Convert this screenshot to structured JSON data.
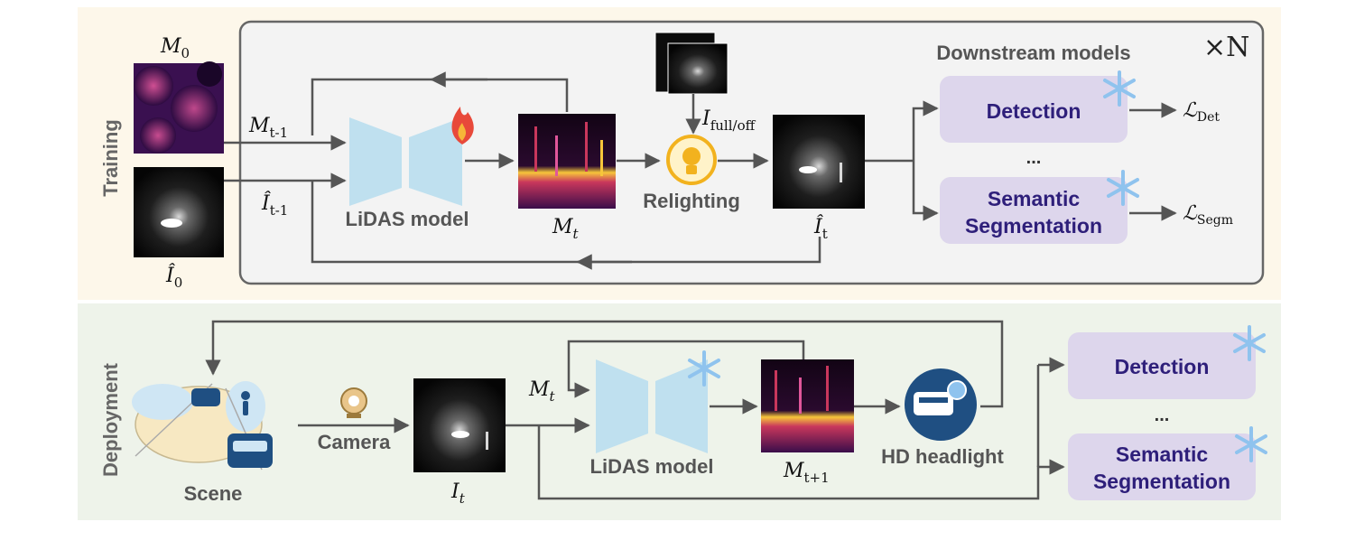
{
  "sections": {
    "training_label": "Training",
    "deployment_label": "Deployment",
    "repeat_label": "×N"
  },
  "training": {
    "m0_label": "M",
    "m0_sub": "0",
    "i0_label": "Î",
    "i0_sub": "0",
    "m_prev_label": "M",
    "m_prev_sub": "t-1",
    "i_prev_label": "Î",
    "i_prev_sub": "t-1",
    "model_label": "LiDAS model",
    "mt_label": "M",
    "mt_sub": "t",
    "ifull_label": "I",
    "ifull_sub": "full/off",
    "relight_label": "Relighting",
    "it_label": "Î",
    "it_sub": "t",
    "downstream_title": "Downstream models",
    "detection_label": "Detection",
    "ellipsis": "...",
    "seg_line1": "Semantic",
    "seg_line2": "Segmentation",
    "loss_det": "ℒ",
    "loss_det_sub": "Det",
    "loss_segm": "ℒ",
    "loss_segm_sub": "Segm"
  },
  "deployment": {
    "scene_label": "Scene",
    "camera_label": "Camera",
    "it_label": "I",
    "it_sub": "t",
    "mt_label": "M",
    "mt_sub": "t",
    "model_label": "LiDAS model",
    "mnext_label": "M",
    "mnext_sub": "t+1",
    "headlight_label": "HD headlight",
    "detection_label": "Detection",
    "ellipsis": "...",
    "seg_line1": "Semantic",
    "seg_line2": "Segmentation"
  },
  "colors": {
    "training_bg": "#fdf7ea",
    "deployment_bg": "#eef3ea",
    "model_blue": "#bfe0ef",
    "downstream_box": "#ddd6ec",
    "box_text": "#2e1f7a",
    "arrow": "#555555",
    "snowflake": "#8fc3ee",
    "bulb": "#f2b21e",
    "flame": "#e8493a",
    "headlight": "#1f4f82"
  },
  "icons": [
    "snowflake-icon",
    "flame-icon",
    "lightbulb-icon",
    "camera-icon",
    "headlight-icon",
    "car-icon",
    "pedestrian-icon"
  ]
}
